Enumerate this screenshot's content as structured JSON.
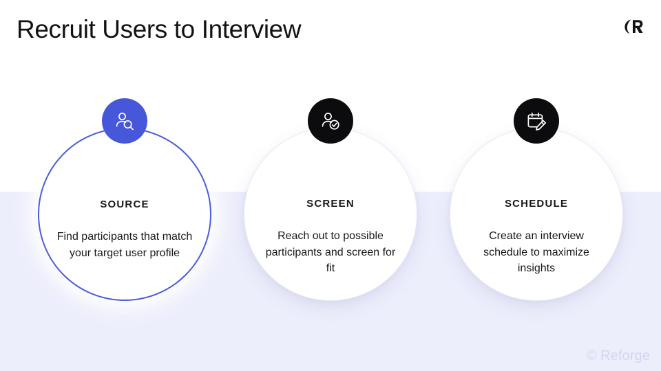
{
  "slide": {
    "title": "Recruit Users to Interview",
    "background_top_color": "#ffffff",
    "background_bottom_color": "#edeefc",
    "accent_color": "#4658d9",
    "dark_color": "#0c0c0e"
  },
  "logo": {
    "name": "reforge-logo",
    "alt": "Reforge"
  },
  "steps": [
    {
      "id": "source",
      "label": "SOURCE",
      "description": "Find participants that match your target user profile",
      "icon": "person-search-icon",
      "badge_color": "#4658d9",
      "highlighted": true
    },
    {
      "id": "screen",
      "label": "SCREEN",
      "description": "Reach out to possible participants and screen for fit",
      "icon": "person-check-icon",
      "badge_color": "#0c0c0e",
      "highlighted": false
    },
    {
      "id": "schedule",
      "label": "SCHEDULE",
      "description": "Create an interview schedule to maximize insights",
      "icon": "calendar-pencil-icon",
      "badge_color": "#0c0c0e",
      "highlighted": false
    }
  ],
  "footer": {
    "watermark": "© Reforge"
  }
}
